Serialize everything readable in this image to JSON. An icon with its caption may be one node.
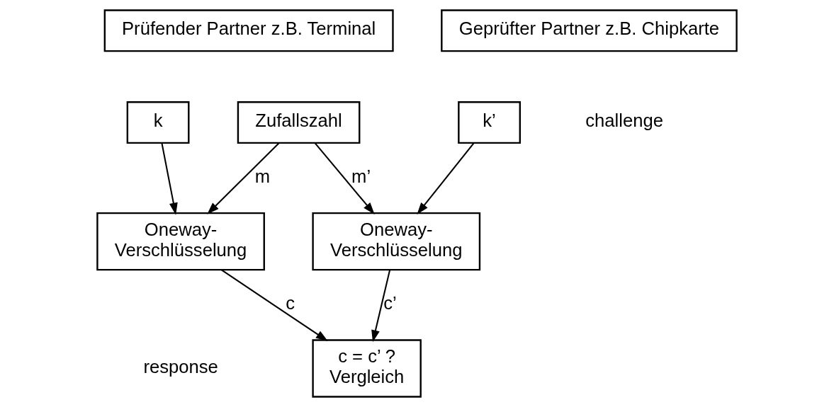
{
  "diagram": {
    "nodes": [
      {
        "text": [
          "Prüfender Partner z.B. Terminal"
        ]
      },
      {
        "text": [
          "Geprüfter Partner z.B. Chipkarte"
        ]
      },
      {
        "text": [
          "Zufallszahl"
        ]
      },
      {
        "text": [
          "k"
        ]
      },
      {
        "text": [
          "Oneway-",
          "Verschlüsselung"
        ]
      },
      {
        "text": [
          "c = c’ ?",
          "Vergleich"
        ]
      },
      {
        "text": [
          "k’"
        ]
      },
      {
        "text": [
          "Oneway-",
          "Verschlüsselung"
        ]
      }
    ],
    "edges": [
      {
        "from": 2,
        "to": 4,
        "arrow": "to",
        "label": "m"
      },
      {
        "from": 2,
        "to": 7,
        "arrow": "to",
        "label": "m’"
      },
      {
        "from": 3,
        "to": 4,
        "arrow": "to"
      },
      {
        "from": 6,
        "to": 7,
        "arrow": "to"
      },
      {
        "from": 4,
        "to": 5,
        "arrow": "to",
        "label": "c"
      },
      {
        "from": 7,
        "to": 5,
        "arrow": "to",
        "label": "c’"
      }
    ],
    "labels": [
      "challenge",
      "response"
    ]
  }
}
